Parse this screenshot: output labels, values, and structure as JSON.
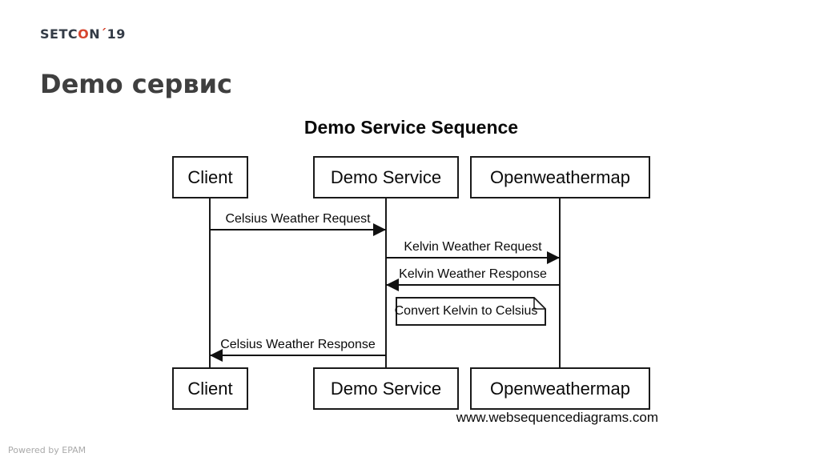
{
  "colors": {
    "logo_text": "#333b46",
    "logo_accent": "#d6452f",
    "heading": "#3f3f3f",
    "diagram_ink": "#111111",
    "footer_text": "#a9a9a9"
  },
  "logo": {
    "parts": [
      {
        "text": "SETC"
      },
      {
        "text": "O"
      },
      {
        "text": "N"
      },
      {
        "text": "´"
      },
      {
        "text": "19"
      }
    ]
  },
  "slide": {
    "title": "Demo сервис"
  },
  "diagram": {
    "title": "Demo Service Sequence",
    "watermark": "www.websequencediagrams.com",
    "actors": [
      {
        "name": "Client"
      },
      {
        "name": "Demo Service"
      },
      {
        "name": "Openweathermap"
      }
    ],
    "messages": [
      {
        "label": "Celsius Weather Request",
        "from": "Client",
        "to": "Demo Service",
        "direction": "right"
      },
      {
        "label": "Kelvin Weather Request",
        "from": "Demo Service",
        "to": "Openweathermap",
        "direction": "right"
      },
      {
        "label": "Kelvin Weather Response",
        "from": "Openweathermap",
        "to": "Demo Service",
        "direction": "left"
      },
      {
        "label": "Celsius Weather Response",
        "from": "Demo Service",
        "to": "Client",
        "direction": "left"
      }
    ],
    "note": {
      "text": "Convert Kelvin to Celsius",
      "attached_to": "Demo Service"
    }
  },
  "footer": {
    "powered_by": "Powered by EPAM"
  }
}
